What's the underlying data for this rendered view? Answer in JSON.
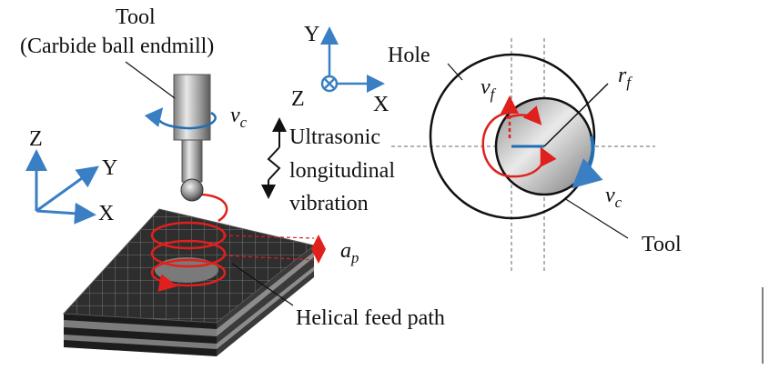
{
  "left": {
    "tool_label_1": "Tool",
    "tool_label_2": "(Carbide ball endmill)",
    "axis_z": "Z",
    "axis_y": "Y",
    "axis_x": "X",
    "vc_main": "v",
    "vc_sub": "c",
    "vib_z": "Z",
    "vib_line1": "Ultrasonic",
    "vib_line2": "longitudinal",
    "vib_line3": "vibration",
    "ap_main": "a",
    "ap_sub": "p",
    "feed_path": "Helical feed path"
  },
  "right": {
    "axis_y": "Y",
    "axis_x": "X",
    "hole": "Hole",
    "rf_main": "r",
    "rf_sub": "f",
    "vf_main": "v",
    "vf_sub": "f",
    "vc_main": "v",
    "vc_sub": "c",
    "tool": "Tool"
  },
  "colors": {
    "helix": "#e0201c",
    "rotation_arrow": "#1f6fb5",
    "axes": "#3a7fc4",
    "workpiece_top": "#2e2e2e",
    "workpiece_grid": "#8a8a8a"
  }
}
